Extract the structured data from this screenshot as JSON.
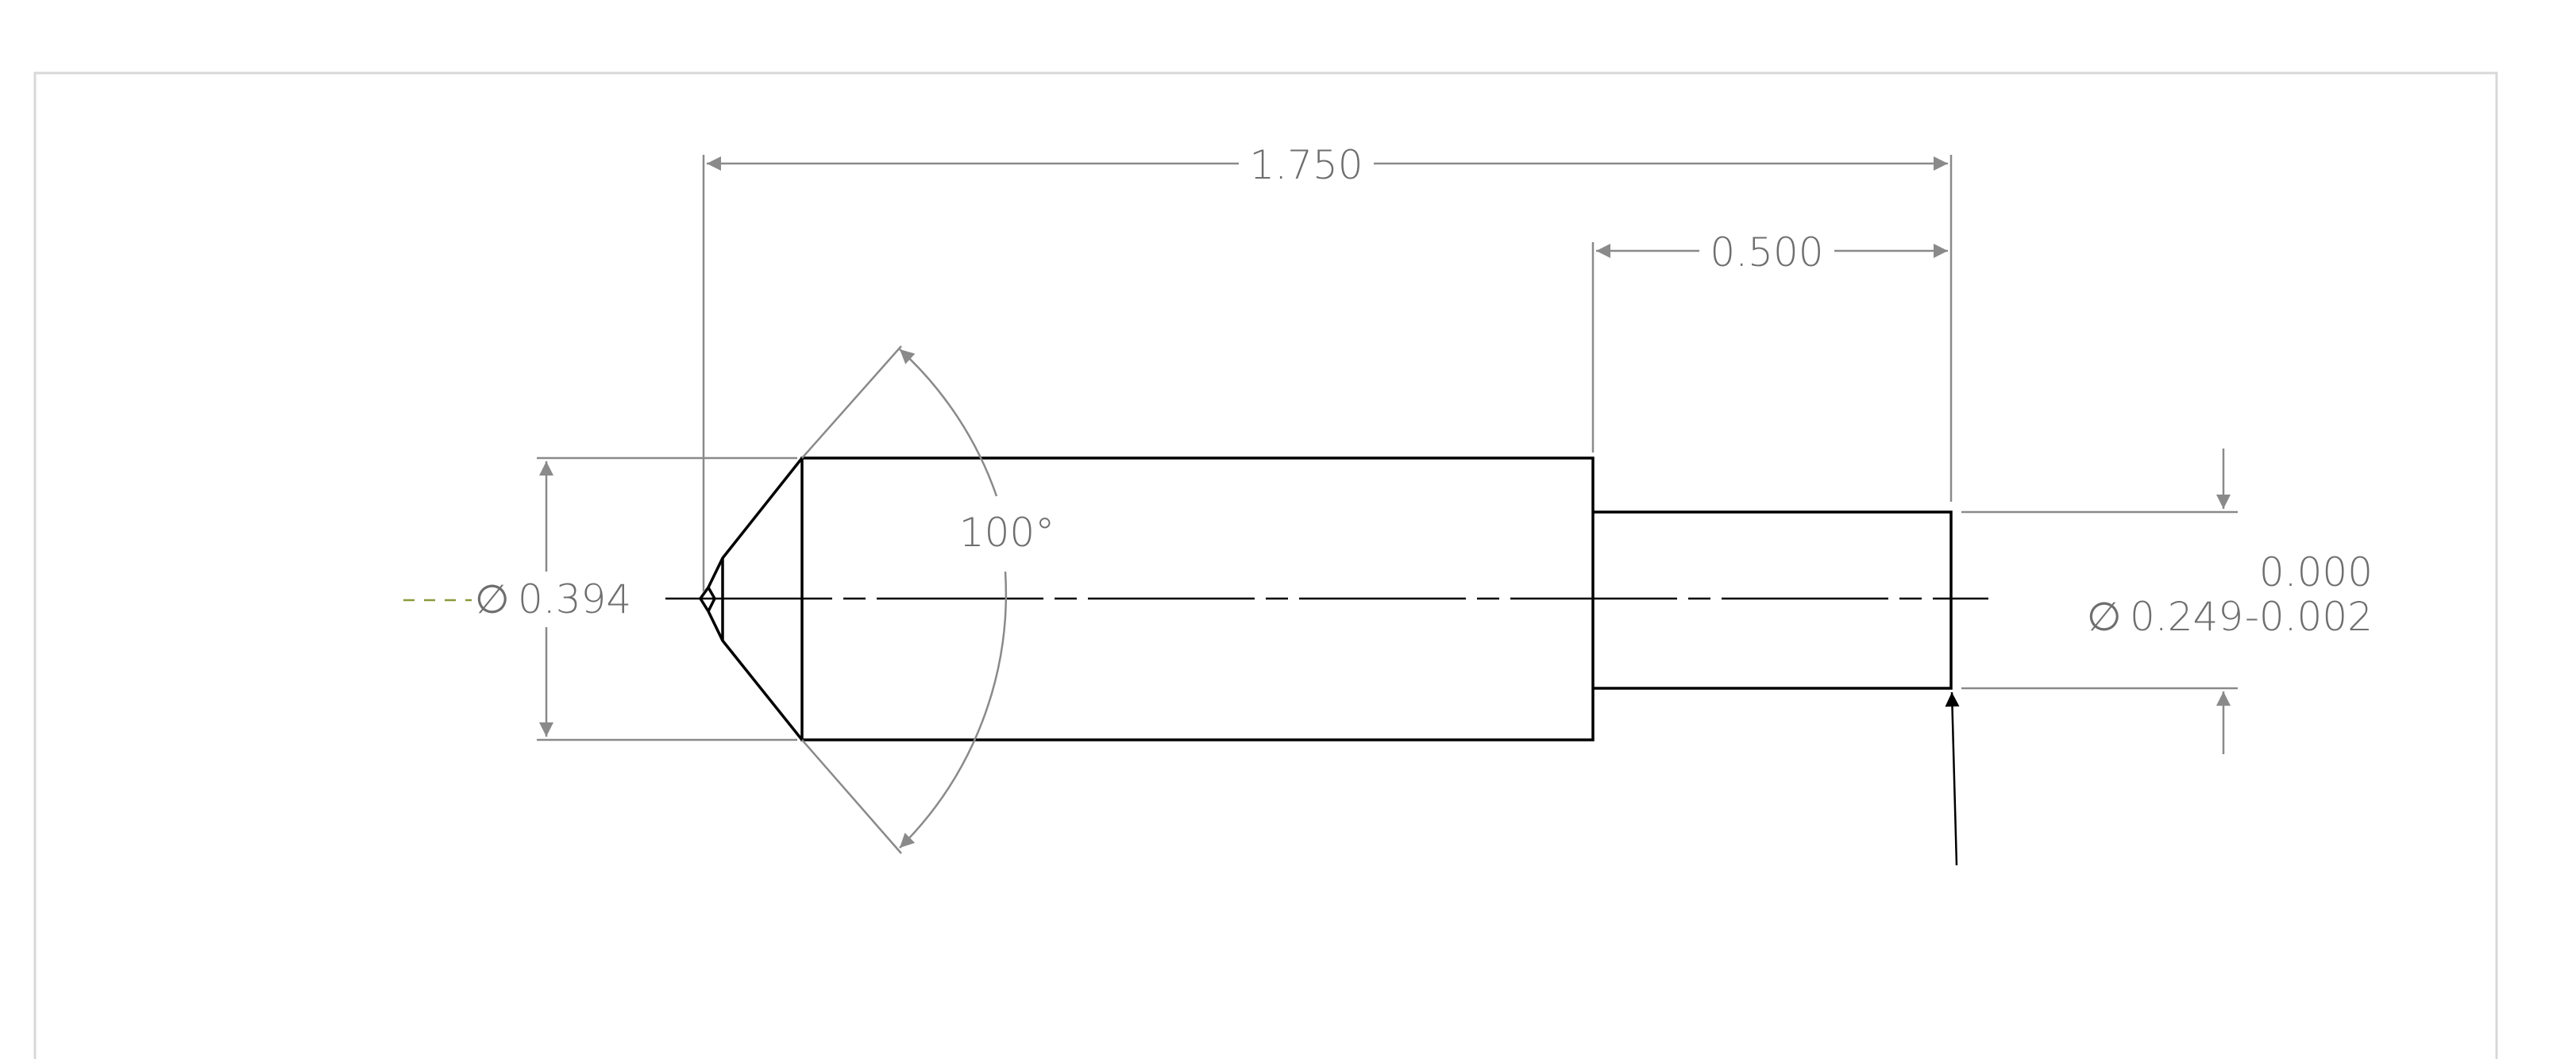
{
  "dimensions": {
    "overall_length": "1.750",
    "reduced_length": "0.500",
    "chamfer_angle": "100°",
    "major_diameter": "0.394",
    "minor_diameter": "0.249",
    "tolerance_upper": "0.000",
    "tolerance_lower": "-0.002",
    "diameter_symbol": "∅"
  },
  "colors": {
    "frame": "#d8d8d8",
    "part": "#000000",
    "dimension": "#6e6e6e",
    "leader": "#8a9a3a"
  }
}
